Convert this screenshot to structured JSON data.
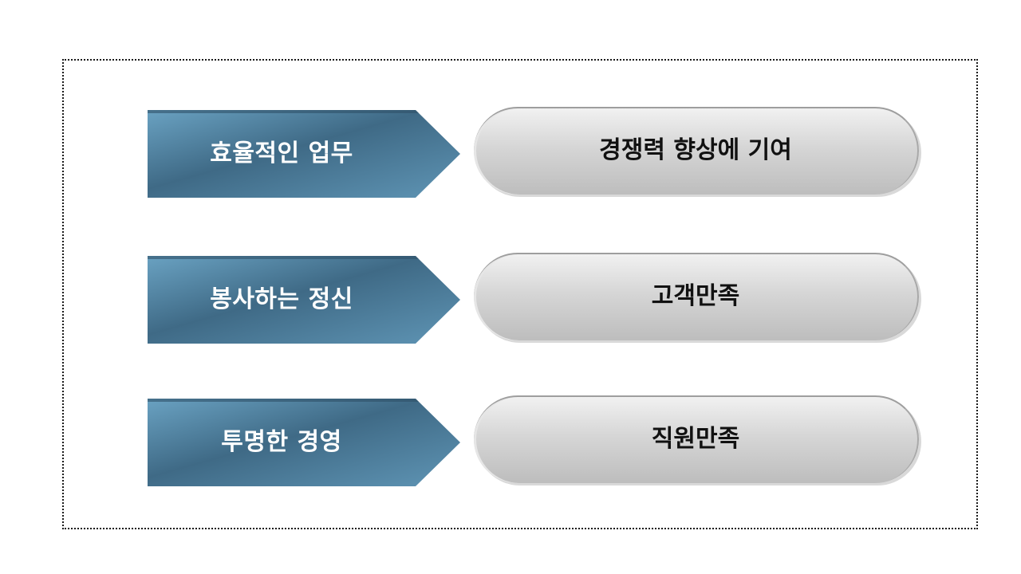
{
  "rows": [
    {
      "left_label": "효율적인 업무",
      "right_label": "경쟁력 향상에 기여"
    },
    {
      "left_label": "봉사하는 정신",
      "right_label": "고객만족"
    },
    {
      "left_label": "투명한 경영",
      "right_label": "직원만족"
    }
  ],
  "colors": {
    "arrow_dark": "#3c6580",
    "arrow_light": "#6fa6c4",
    "pill_top": "#f1f1f1",
    "pill_bottom": "#bdbdbd"
  }
}
